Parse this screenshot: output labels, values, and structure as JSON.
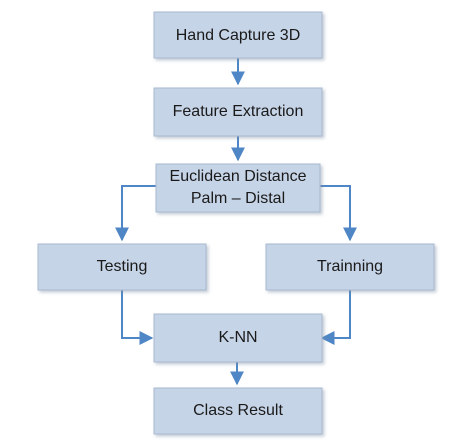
{
  "diagram": {
    "nodes": [
      {
        "id": "hand-capture",
        "lines": [
          "Hand Capture 3D"
        ]
      },
      {
        "id": "feature-extraction",
        "lines": [
          "Feature Extraction"
        ]
      },
      {
        "id": "euclidean",
        "lines": [
          "Euclidean Distance",
          "Palm – Distal"
        ]
      },
      {
        "id": "testing",
        "lines": [
          "Testing"
        ]
      },
      {
        "id": "trainning",
        "lines": [
          "Trainning"
        ]
      },
      {
        "id": "knn",
        "lines": [
          "K-NN"
        ]
      },
      {
        "id": "class-result",
        "lines": [
          "Class Result"
        ]
      }
    ],
    "edges": [
      {
        "from": "hand-capture",
        "to": "feature-extraction"
      },
      {
        "from": "feature-extraction",
        "to": "euclidean"
      },
      {
        "from": "euclidean",
        "to": "testing"
      },
      {
        "from": "euclidean",
        "to": "trainning"
      },
      {
        "from": "testing",
        "to": "knn"
      },
      {
        "from": "trainning",
        "to": "knn"
      },
      {
        "from": "knn",
        "to": "class-result"
      }
    ],
    "colors": {
      "box_fill": "#c6d4e7",
      "box_border": "#a9b9cf",
      "arrow": "#4f86c6",
      "text": "#1a1a1a"
    }
  }
}
